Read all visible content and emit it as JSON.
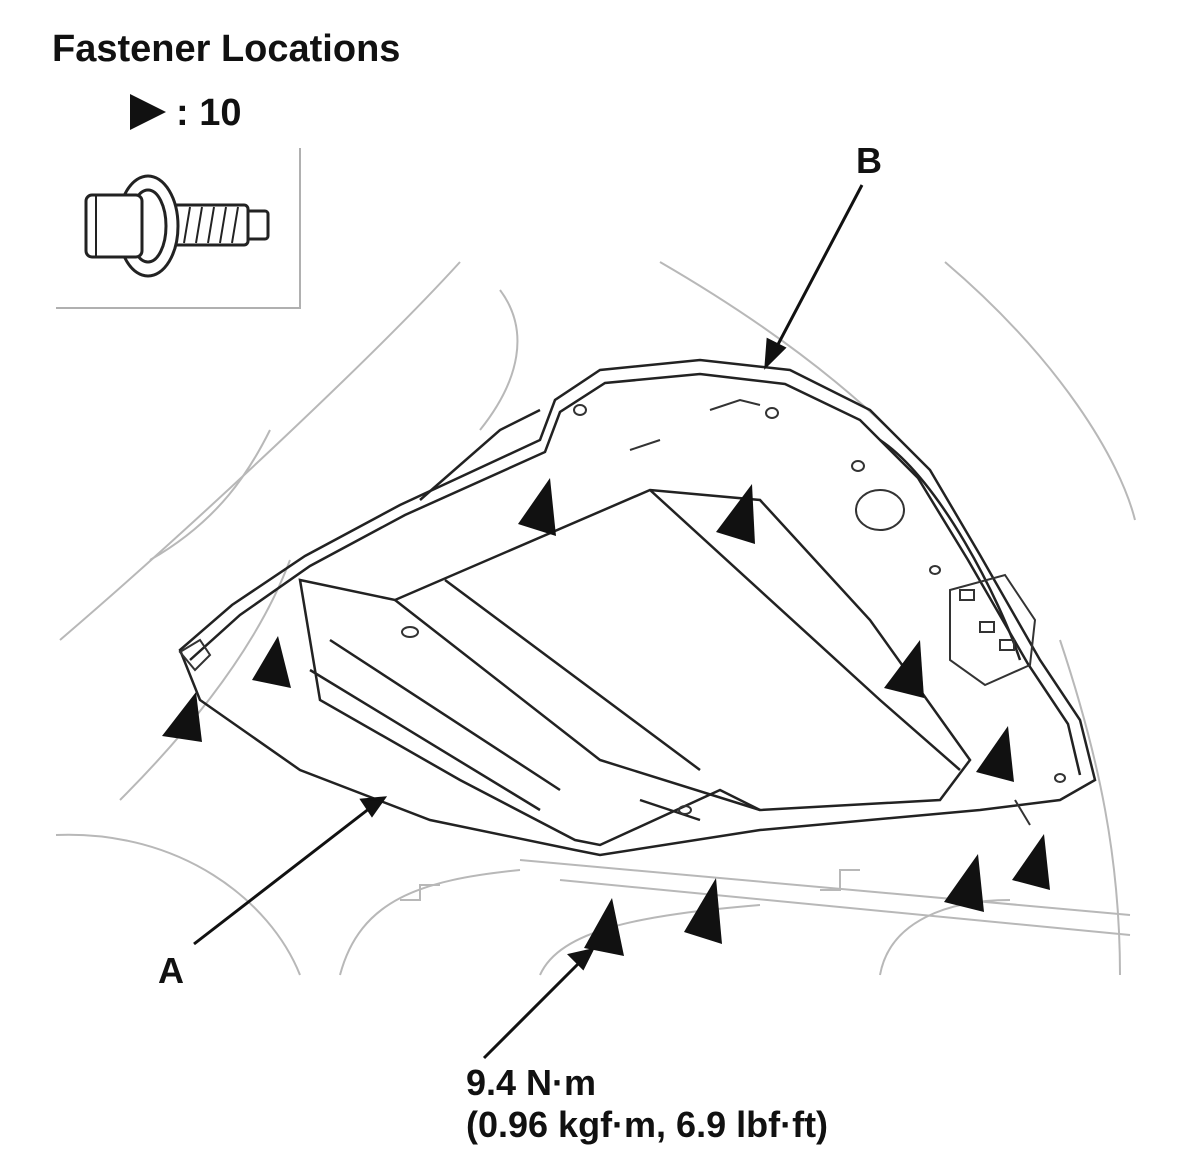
{
  "title": "Fastener Locations",
  "legend": {
    "symbol": "triangle-fastener-marker",
    "text": ": 10"
  },
  "callouts": {
    "a": "A",
    "b": "B"
  },
  "torque": {
    "line1": "9.4 N·m",
    "line2": "(0.96 kgf·m, 6.9 lbf·ft)"
  },
  "colors": {
    "ink": "#111111",
    "linework": "#bbbbbb"
  }
}
